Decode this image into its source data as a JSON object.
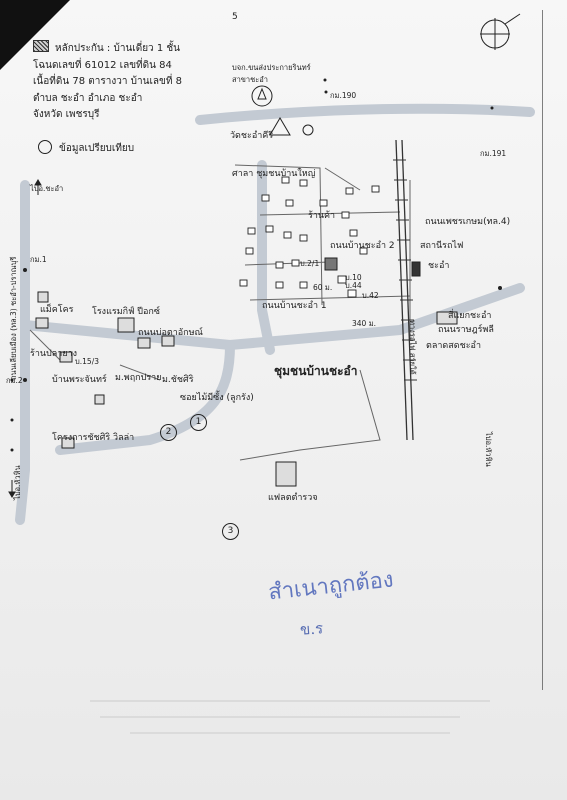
{
  "title_block": {
    "line1": "หลักประกัน : บ้านเดี่ยว 1 ชั้น",
    "line2": "โฉนดเลขที่ 61012  เลขที่ดิน 84",
    "line3": "เนื้อที่ดิน 78 ตารางวา บ้านเลขที่ 8",
    "line4": "ตำบล ชะอำ อำเภอ ชะอำ",
    "line5": "จังหวัด เพชรบุรี"
  },
  "legend": {
    "compare_label": "ข้อมูลเปรียบเทียบ"
  },
  "page_mark": "5",
  "labels": {
    "post_office": "บจก.ขนส่งประกายรินทร์\nสาขาชะอำ",
    "km190": "กม.190",
    "km191": "กม.191",
    "km1": "กม.1",
    "km2": "กม.2",
    "temple": "วัดชะอำคีรี",
    "sala": "ศาลา ชุมชนบ้านใหญ่",
    "shop": "ร้านค้า",
    "road_baan_chaam2": "ถนนบ้านชะอำ 2",
    "road_phetkasem": "ถนนเพชรเกษม(ทล.4)",
    "station": "สถานีรถไฟ",
    "station2": "ชะอำ",
    "plot_21": "บ.2/1",
    "plot_10": "บ.10",
    "plot_44": "บ.44",
    "plot_42": "บ.42",
    "dist_60": "60 ม.",
    "dist_340": "340 ม.",
    "road_baan_chaam1": "ถนนบ้านชะอำ 1",
    "junction": "สี่แยกชะอำ",
    "road_ratchadamri": "ถนนราษฎร์พลี",
    "market": "ตลาดสดชะอำ",
    "to_hua_hin_top": "ไปอ.ชะอำ",
    "road_left_vertical": "ถนนเลียบเมือง (ทล.3) ชะอำ-ปราณบุรี",
    "makro": "แม็คโคร",
    "hotel": "โรงแรมกิฟ์ ปีอกซ์",
    "road_bang_kaew": "ถนนบ่อตาอักษณ์",
    "shop_left": "ร้านปลายาง",
    "house_153": "บ.15/3",
    "baan_phra": "บ้านพระจันทร์",
    "m_phukprao": "ม.พฤกปราย",
    "m_chatsiri": "ม.ชัชศิริ",
    "soi": "ซอยไม้มีซั้ง (ลูกรัง)",
    "community": "ชุมชนบ้านชะอำ",
    "project": "โครงการชัชศิริ วิลล่า",
    "to_hua_hin_left": "ไปอ.หัวหิน",
    "police": "แฟลตตำรวจ",
    "rail_label": "ทางรถไฟ สายใต้",
    "to_south": "ไปอ.หัวหิน"
  },
  "markers": {
    "m1": "1",
    "m2": "2",
    "m3": "3"
  },
  "stamp": {
    "text": "สำเนาถูกต้อง",
    "sign": "ข.ร"
  },
  "colors": {
    "ink": "#222222",
    "stamp": "#4a63b8",
    "road": "#bfc6cf"
  }
}
